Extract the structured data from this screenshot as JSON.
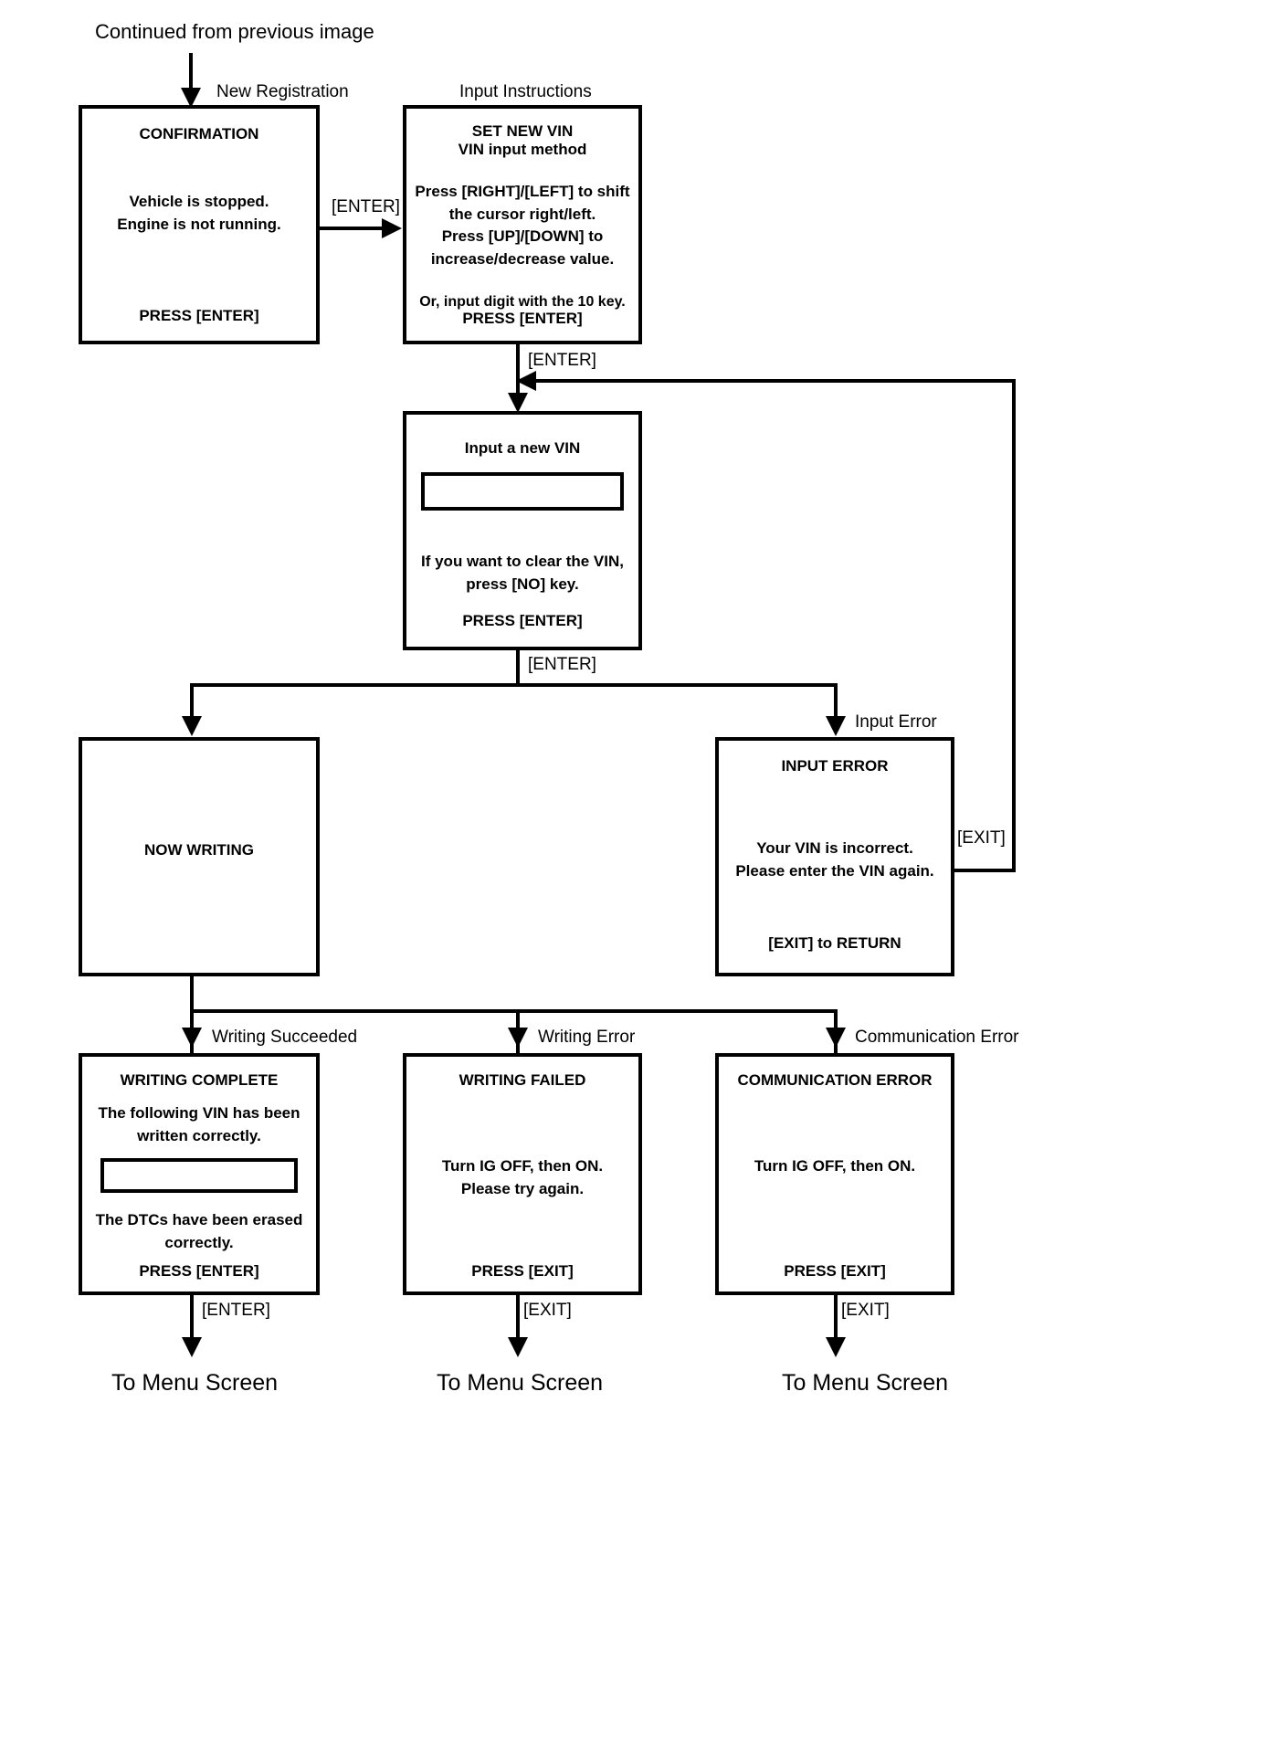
{
  "header": {
    "continued_note": "Continued from previous image"
  },
  "captions": {
    "new_registration": "New Registration",
    "input_instructions": "Input Instructions",
    "input_error": "Input Error",
    "writing_succeeded": "Writing Succeeded",
    "writing_error": "Writing Error",
    "communication_error": "Communication Error"
  },
  "edges": {
    "enter_1": "[ENTER]",
    "enter_2": "[ENTER]",
    "enter_3": "[ENTER]",
    "exit_return": "[EXIT]",
    "enter_complete": "[ENTER]",
    "exit_failed": "[EXIT]",
    "exit_comm": "[EXIT]"
  },
  "boxes": {
    "confirmation": {
      "title": "CONFIRMATION",
      "lines": [
        "Vehicle is stopped.",
        "Engine is not running."
      ],
      "footer": "PRESS [ENTER]"
    },
    "set_new_vin": {
      "title": "SET NEW VIN",
      "subtitle": "VIN input method",
      "lines": [
        "Press [RIGHT]/[LEFT] to shift",
        "the cursor right/left.",
        "Press [UP]/[DOWN] to",
        "increase/decrease value."
      ],
      "note": "Or, input digit with the 10 key.",
      "footer": "PRESS [ENTER]"
    },
    "input_a_new_vin": {
      "title": "Input a new VIN",
      "field_value": "",
      "lines": [
        "If you want to clear the VIN,",
        "press [NO] key."
      ],
      "footer": "PRESS [ENTER]"
    },
    "now_writing": {
      "title": "NOW WRITING"
    },
    "input_error": {
      "title": "INPUT ERROR",
      "lines": [
        "Your VIN is incorrect.",
        "Please enter the VIN again."
      ],
      "footer": "[EXIT] to RETURN"
    },
    "writing_complete": {
      "title": "WRITING COMPLETE",
      "lines_top": [
        "The following VIN has been",
        "written correctly."
      ],
      "field_value": "",
      "lines_bottom": [
        "The DTCs have been erased",
        "correctly."
      ],
      "footer": "PRESS [ENTER]"
    },
    "writing_failed": {
      "title": "WRITING FAILED",
      "lines": [
        "Turn IG OFF, then ON.",
        "Please try again."
      ],
      "footer": "PRESS [EXIT]"
    },
    "communication_error": {
      "title": "COMMUNICATION ERROR",
      "lines": [
        "Turn IG OFF, then ON."
      ],
      "footer": "PRESS [EXIT]"
    }
  },
  "terminals": {
    "menu_1": "To Menu Screen",
    "menu_2": "To Menu Screen",
    "menu_3": "To Menu Screen"
  }
}
